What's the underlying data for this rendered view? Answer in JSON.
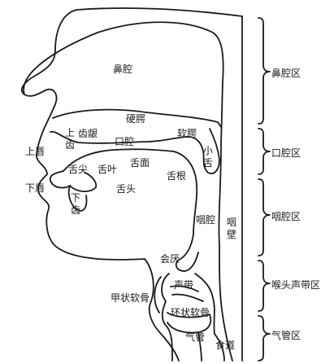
{
  "colors": {
    "ink": "#1a1a1a",
    "background": "#ffffff"
  },
  "labels": {
    "nasal_cavity": "鼻腔",
    "hard_palate": "硬腭",
    "alveolar_ridge": "齿龈",
    "upper_teeth": "上齿",
    "upper_lip": "上唇",
    "oral_cavity": "口腔",
    "soft_palate": "软腭",
    "uvula": "小舌",
    "tongue_surface": "舌面",
    "tongue_tip": "舌尖",
    "tongue_blade": "舌叶",
    "lower_lip": "下唇",
    "lower_teeth": "下齿",
    "tongue_body": "舌头",
    "tongue_root": "舌根",
    "pharyngeal_cavity": "咽腔",
    "pharyngeal_wall": "咽壁",
    "epiglottis": "会厌",
    "vocal_cords": "声带",
    "thyroid_cartilage": "甲状软骨",
    "cricoid_cartilage": "环状软骨",
    "trachea": "气管",
    "esophagus": "食道"
  },
  "zones": [
    {
      "label": "鼻腔区"
    },
    {
      "label": "口腔区"
    },
    {
      "label": "咽腔区"
    },
    {
      "label": "喉头声带区"
    },
    {
      "label": "气管区"
    }
  ]
}
